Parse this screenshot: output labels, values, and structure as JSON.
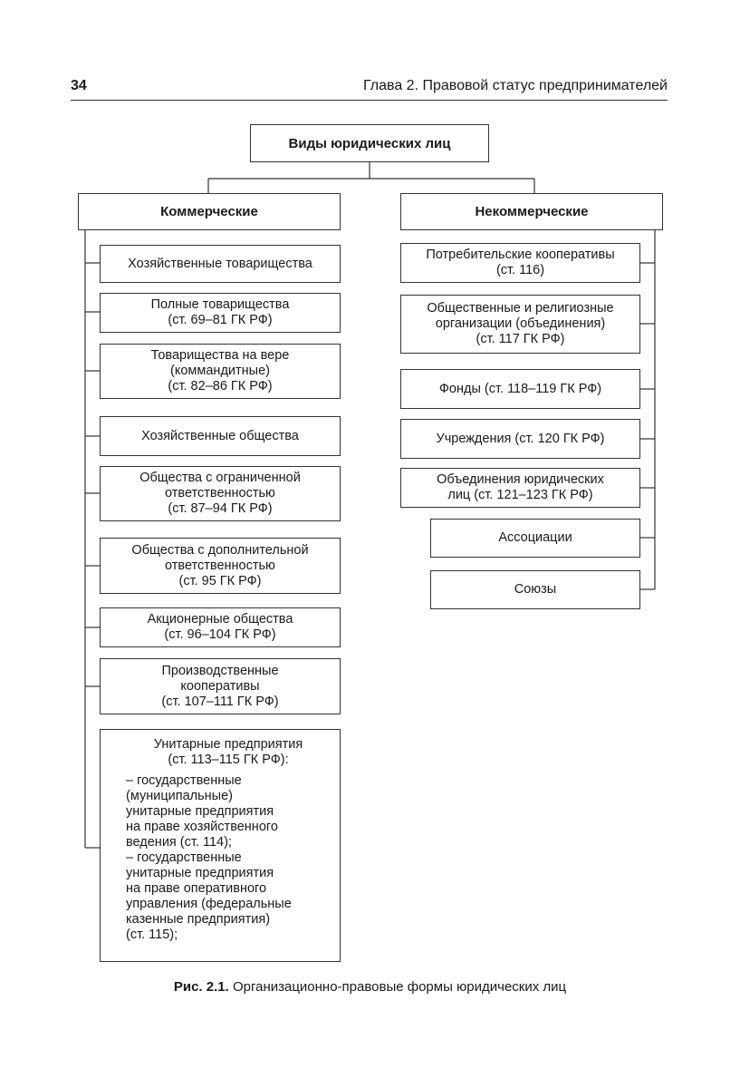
{
  "page": {
    "number": "34",
    "running_head": "Глава 2. Правовой статус предпринимателей"
  },
  "diagram": {
    "root": "Виды юридических лиц",
    "commercial": {
      "label": "Коммерческие",
      "items": [
        "Хозяйственные товарищества",
        "Полные товарищества\n(ст. 69–81 ГК РФ)",
        "Товарищества на вере\n(коммандитные)\n(ст. 82–86 ГК РФ)",
        "Хозяйственные общества",
        "Общества с ограниченной\nответственностью\n(ст. 87–94 ГК РФ)",
        "Общества с дополнительной\nответственностью\n(ст. 95 ГК РФ)",
        "Акционерные общества\n(ст. 96–104 ГК РФ)",
        "Производственные\nкооперативы\n(ст. 107–111 ГК РФ)"
      ],
      "unitary": {
        "title": "Унитарные предприятия\n(ст. 113–115 ГК РФ):",
        "body": "– государственные\n(муниципальные)\nунитарные предприятия\nна праве хозяйственного\nведения (ст. 114);\n– государственные\nунитарные предприятия\nна праве оперативного\nуправления (федеральные\nказенные предприятия)\n(ст. 115);"
      }
    },
    "noncommercial": {
      "label": "Некоммерческие",
      "items": [
        "Потребительские кооперативы\n(ст. 116)",
        "Общественные и религиозные\nорганизации (объединения)\n(ст. 117 ГК РФ)",
        "Фонды (ст. 118–119 ГК РФ)",
        "Учреждения (ст. 120 ГК РФ)",
        "Объединения юридических\nлиц (ст. 121–123 ГК РФ)",
        "Ассоциации",
        "Союзы"
      ]
    }
  },
  "caption": {
    "label": "Рис. 2.1.",
    "text": " Организационно-правовые формы юридических лиц"
  }
}
